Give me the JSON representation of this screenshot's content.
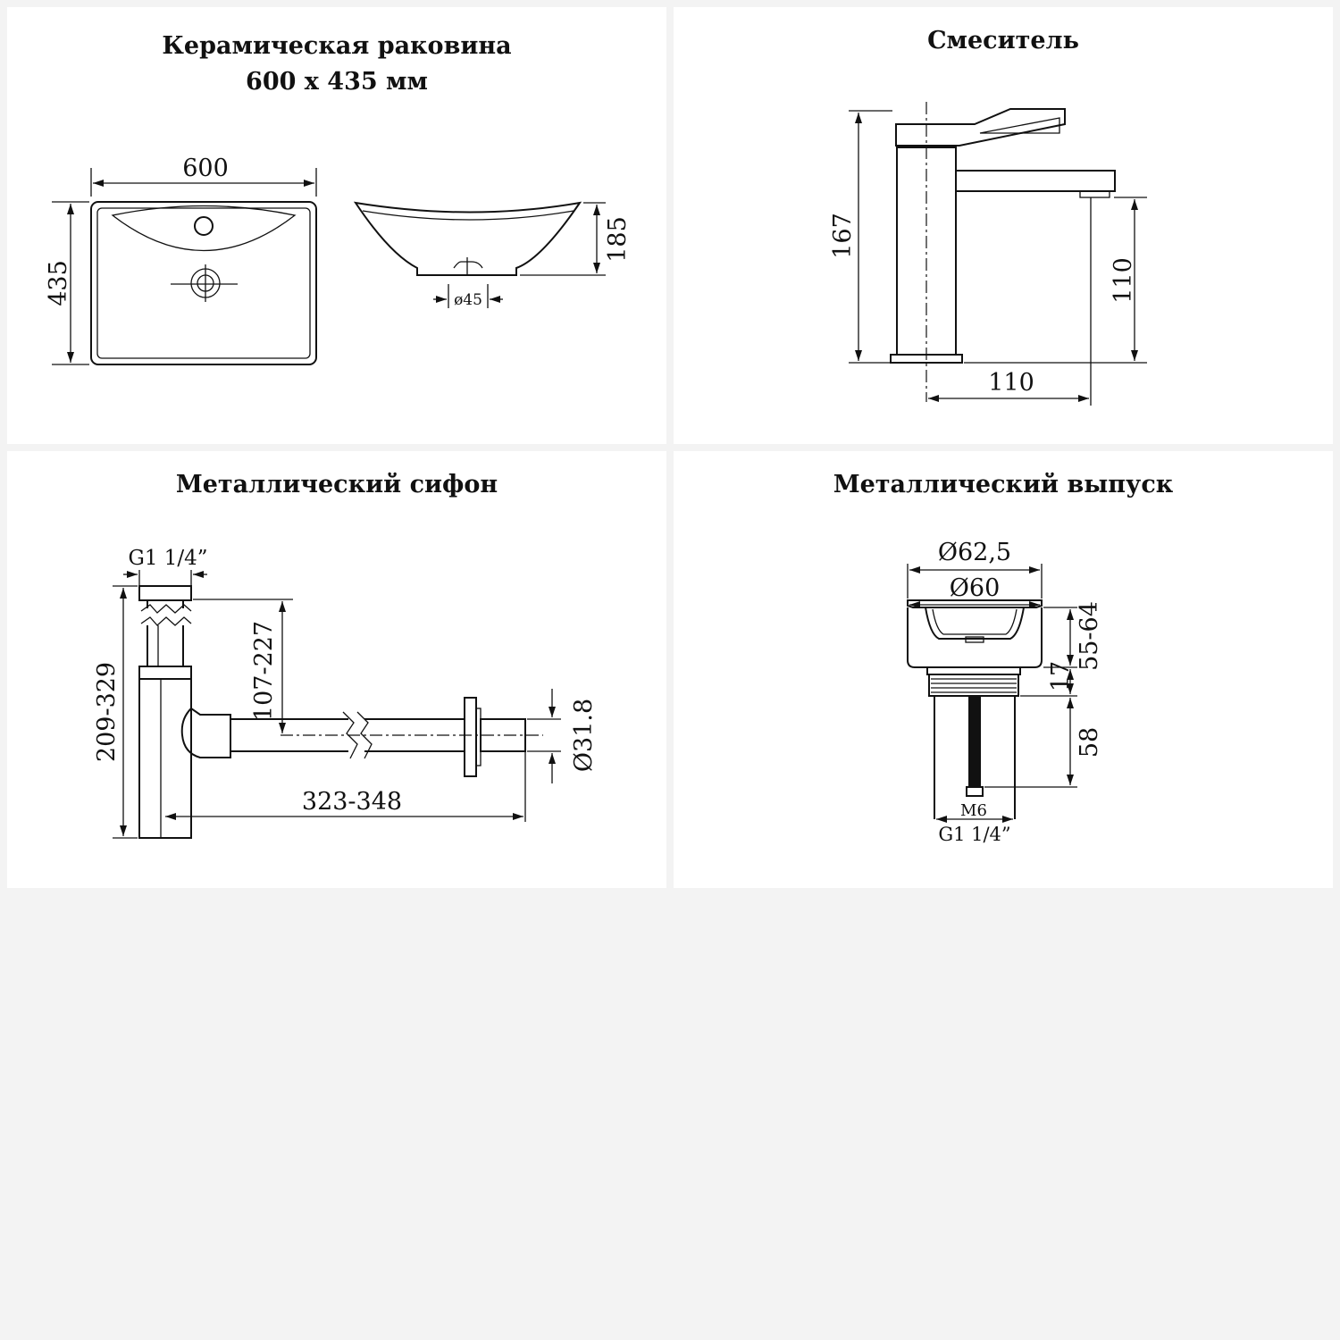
{
  "sink": {
    "title_line1": "Керамическая раковина",
    "title_line2": "600 х 435 мм",
    "width": "600",
    "depth": "435",
    "height": "185",
    "drain": "ø45"
  },
  "mixer": {
    "title": "Смеситель",
    "height": "167",
    "spout_height": "110",
    "spout_reach": "110"
  },
  "siphon": {
    "title": "Металлический сифон",
    "thread": "G1 1/4”",
    "height_range": "209-329",
    "inlet_range": "107-227",
    "length_range": "323-348",
    "pipe_diameter": "Ø31.8"
  },
  "drain": {
    "title": "Металлический выпуск",
    "outer_diameter": "Ø62,5",
    "inner_diameter": "Ø60",
    "height_range": "55-64",
    "cap_height": "17",
    "body_height": "58",
    "bolt": "M6",
    "thread": "G1 1/4”"
  }
}
